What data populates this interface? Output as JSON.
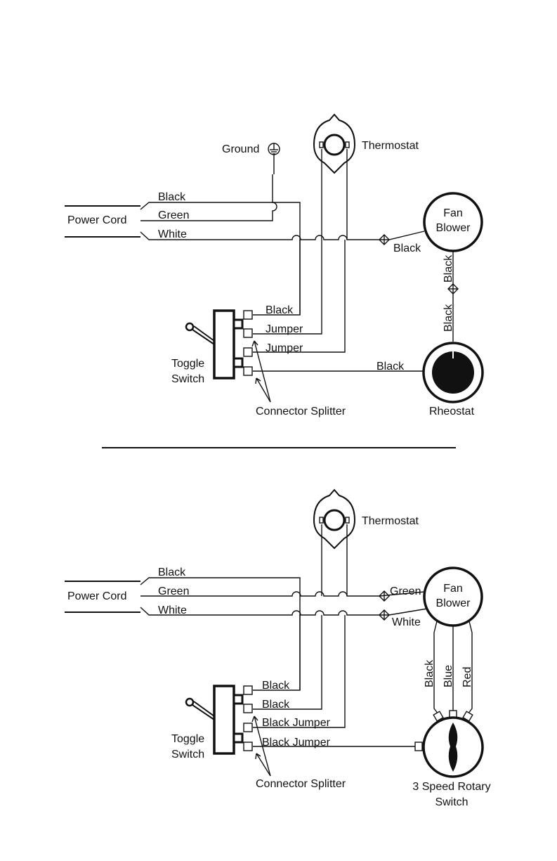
{
  "diagram1": {
    "ground": "Ground",
    "thermostat": "Thermostat",
    "power_cord": "Power Cord",
    "wire_black": "Black",
    "wire_green": "Green",
    "wire_white": "White",
    "fan_line1": "Fan",
    "fan_line2": "Blower",
    "fan_wire": "Black",
    "vert_black_upper": "Black",
    "vert_black_lower": "Black",
    "switch_wire1": "Black",
    "switch_wire2": "Jumper",
    "switch_wire3": "Jumper",
    "rheostat_wire": "Black",
    "toggle_line1": "Toggle",
    "toggle_line2": "Switch",
    "splitter": "Connector Splitter",
    "rheostat": "Rheostat"
  },
  "diagram2": {
    "thermostat": "Thermostat",
    "power_cord": "Power Cord",
    "wire_black": "Black",
    "wire_green": "Green",
    "wire_white": "White",
    "fan_line1": "Fan",
    "fan_line2": "Blower",
    "fan_green": "Green",
    "fan_white": "White",
    "rotary_black": "Black",
    "rotary_blue": "Blue",
    "rotary_red": "Red",
    "switch_wire1": "Black",
    "switch_wire2": "Black",
    "switch_wire3": "Black Jumper",
    "switch_wire4": "Black Jumper",
    "toggle_line1": "Toggle",
    "toggle_line2": "Switch",
    "splitter": "Connector Splitter",
    "rotary_line1": "3 Speed Rotary",
    "rotary_line2": "Switch"
  }
}
